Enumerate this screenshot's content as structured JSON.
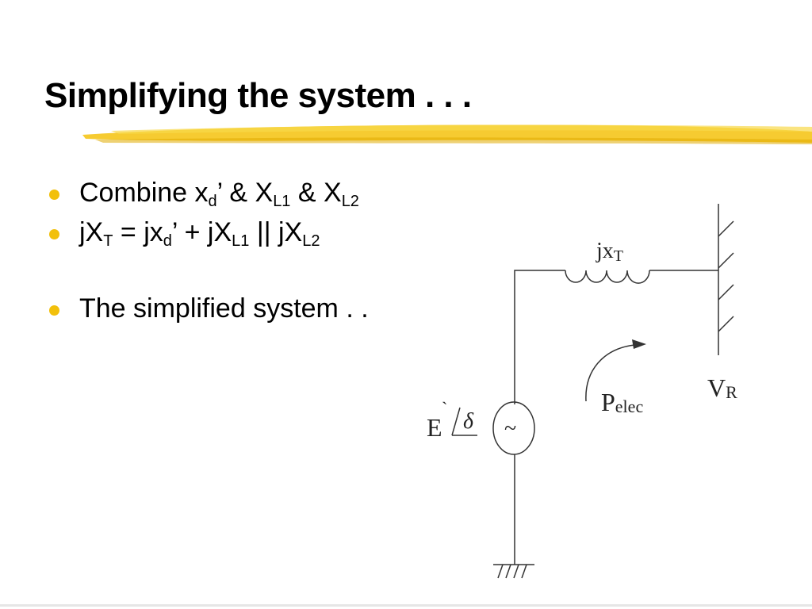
{
  "slide": {
    "title": "Simplifying the system . . ."
  },
  "colors": {
    "bullet": "#f2c00b",
    "highlight": "#f4c20d",
    "line": "#333333"
  },
  "bullets": [
    {
      "parts": [
        "Combine  x",
        "d",
        "’ & X",
        "L1",
        " & X",
        "L2"
      ]
    },
    {
      "parts": [
        "jX",
        "T",
        " = jx",
        "d",
        "’ + jX",
        "L1",
        " || jX",
        "L2"
      ]
    },
    {
      "parts": [
        "The simplified system . ."
      ]
    }
  ],
  "diagram": {
    "reactance_label": "jx",
    "reactance_sub": "T",
    "power_label": "P",
    "power_sub": "elec",
    "receiving_label": "V",
    "receiving_sub": "R",
    "source_label": "E",
    "source_prime": "`",
    "source_angle": "δ",
    "source_symbol": "~"
  }
}
